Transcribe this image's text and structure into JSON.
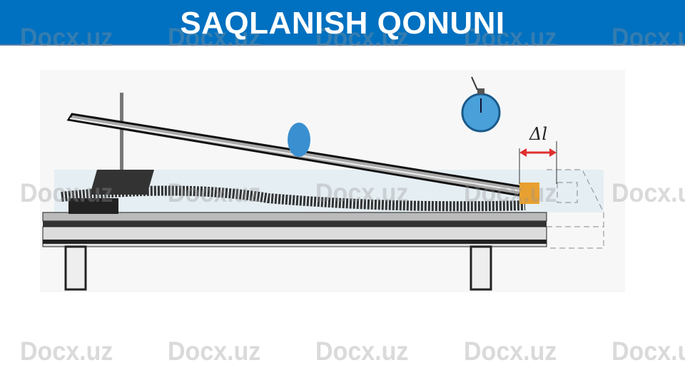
{
  "header": {
    "title": "SAQLANISH QONUNI"
  },
  "figure": {
    "delta_label": "Δl"
  },
  "watermark": {
    "text": "Docx.uz"
  },
  "colors": {
    "header_bg": "#0070c0",
    "ball": "#3a8fd0",
    "block": "#e8a030",
    "arrow": "#e03030"
  }
}
